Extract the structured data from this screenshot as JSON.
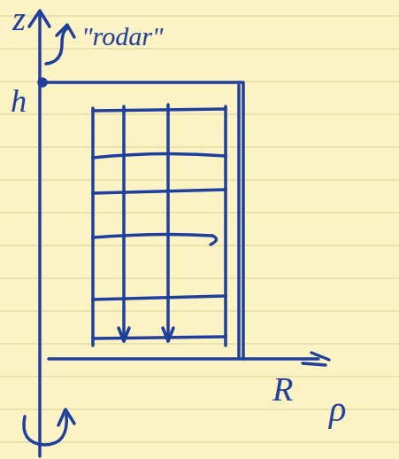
{
  "diagram": {
    "labels": [
      "z",
      "\"rodar\"",
      "h",
      "R",
      "ρ"
    ]
  }
}
